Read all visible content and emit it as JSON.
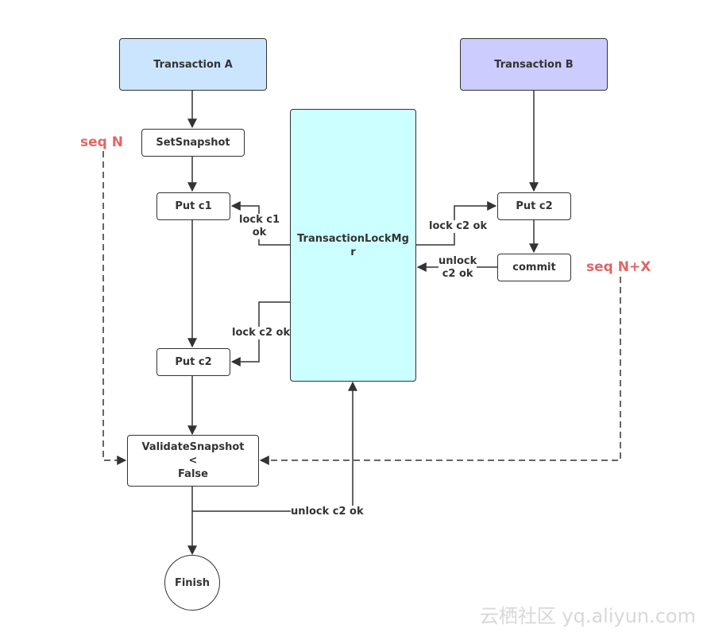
{
  "nodes": {
    "transaction_a": "Transaction A",
    "transaction_b": "Transaction B",
    "set_snapshot": "SetSnapshot",
    "put_c1": "Put c1",
    "put_c2_a": "Put c2",
    "put_c2_b": "Put c2",
    "commit": "commit",
    "lock_mgr": "TransactionLockMgr",
    "validate_line1": "ValidateSnapshot",
    "validate_line2": "<",
    "validate_line3": "False",
    "finish": "Finish"
  },
  "edge_labels": {
    "lock_c1_ok": "lock c1\nok",
    "lock_c2_ok_a": "lock c2 ok",
    "lock_c2_ok_b": "lock c2 ok",
    "unlock_c2_ok_b": "unlock\nc2 ok",
    "unlock_c2_ok_bottom": "unlock c2 ok"
  },
  "annotations": {
    "seq_n": "seq N",
    "seq_n_x": "seq N+X"
  },
  "watermark": "云栖社区 yq.aliyun.com",
  "colors": {
    "transaction_a_fill": "#cce5ff",
    "transaction_b_fill": "#ccccff",
    "lock_mgr_fill": "#ccffff",
    "seq_text": "#e06666",
    "stroke": "#333333"
  }
}
